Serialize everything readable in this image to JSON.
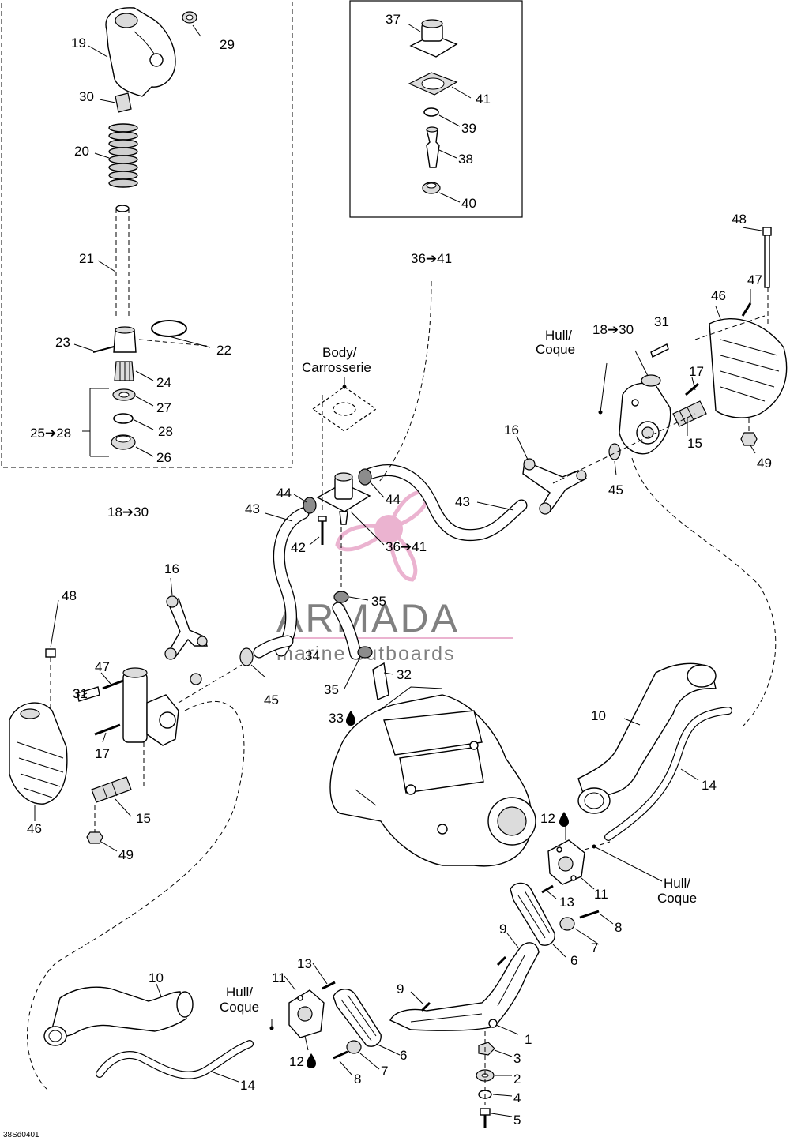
{
  "diagram_code": "38Sd0401",
  "watermark": {
    "brand": "ARMADA",
    "tagline": "marine outboards",
    "accent_color": "#e8a6c8",
    "text_color": "#6b6b6b"
  },
  "notes": {
    "hull_1": {
      "en": "Hull/",
      "fr": "Coque"
    },
    "hull_2": {
      "en": "Hull/",
      "fr": "Coque"
    },
    "hull_3": {
      "en": "Hull/",
      "fr": "Coque"
    },
    "body": {
      "en": "Body/",
      "fr": "Carrosserie"
    }
  },
  "callouts": {
    "c19": "19",
    "c29": "29",
    "c30": "30",
    "c20": "20",
    "c21": "21",
    "c23": "23",
    "c22": "22",
    "c24": "24",
    "c27": "27",
    "c2528": "25➔28",
    "c28": "28",
    "c26": "26",
    "c37": "37",
    "c41": "41",
    "c39": "39",
    "c38": "38",
    "c40": "40",
    "c48r": "48",
    "c47r": "47",
    "c46r": "46",
    "c31r": "31",
    "c1830r": "18➔30",
    "c17r": "17",
    "c15r": "15",
    "c49r": "49",
    "c3641top": "36➔41",
    "c16r": "16",
    "c43r": "43",
    "c45r": "45",
    "c43l": "43",
    "c44l": "44",
    "c44r": "44",
    "c42": "42",
    "c3641mid": "36➔41",
    "c1830l": "18➔30",
    "c16l": "16",
    "c48l": "48",
    "c35a": "35",
    "c34": "34",
    "c35b": "35",
    "c32": "32",
    "c33": "33",
    "c47l": "47",
    "c31l": "31",
    "c17l": "17",
    "c46l": "46",
    "c15l": "15",
    "c49l": "49",
    "c45l": "45",
    "c10r": "10",
    "c14r": "14",
    "c12r": "12",
    "c13r": "13",
    "c11r": "11",
    "c8r": "8",
    "c7r": "7",
    "c6r": "6",
    "c9r": "9",
    "c1": "1",
    "c3": "3",
    "c2": "2",
    "c4": "4",
    "c5": "5",
    "c10l": "10",
    "c13l": "13",
    "c11l": "11",
    "c12l": "12",
    "c9l": "9",
    "c6l": "6",
    "c7l": "7",
    "c8l": "8",
    "c14l": "14"
  }
}
